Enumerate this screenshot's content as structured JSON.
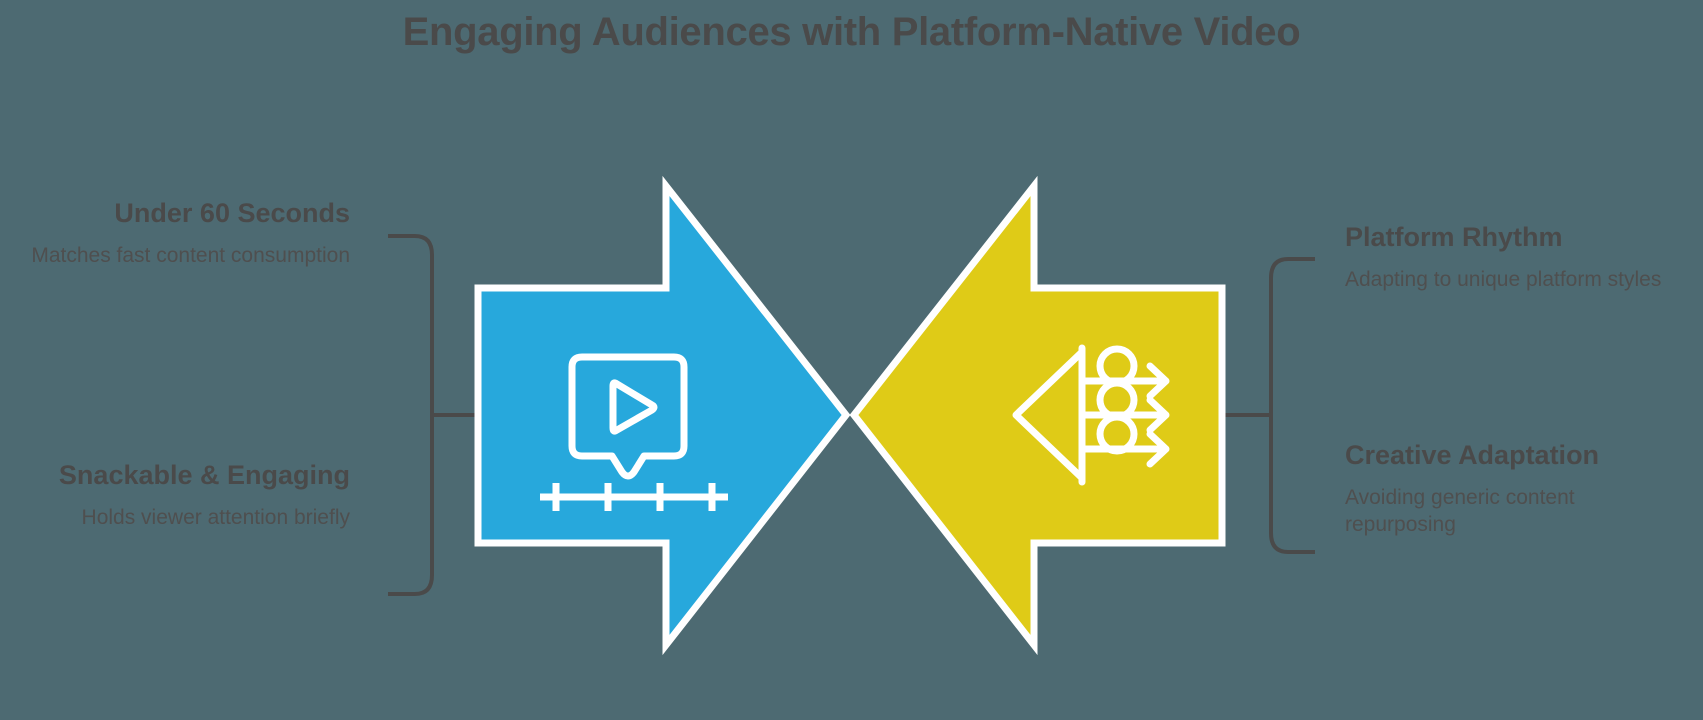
{
  "title": "Engaging Audiences with Platform-Native Video",
  "colors": {
    "background": "#4d6a72",
    "text": "#4a4a4a",
    "left_arrow": "#27a8dc",
    "right_arrow": "#dfcb17",
    "outline": "#ffffff",
    "connector": "#4a4a4a"
  },
  "left": {
    "blocks": [
      {
        "heading": "Under 60 Seconds",
        "body": "Matches fast content consumption",
        "icon": "clock-icon"
      },
      {
        "heading": "Snackable & Engaging",
        "body": "Holds viewer attention briefly",
        "icon": "bite-icon"
      }
    ]
  },
  "right": {
    "blocks": [
      {
        "heading": "Platform Rhythm",
        "body": "Adapting to unique platform styles",
        "icon": "rhythm-icon"
      },
      {
        "heading": "Creative Adaptation",
        "body": "Avoiding generic content repurposing",
        "icon": "creative-icon"
      }
    ]
  },
  "arrows": [
    {
      "name": "left-arrow",
      "direction": "right",
      "color": "#27a8dc",
      "icon": "video-message-play-icon"
    },
    {
      "name": "right-arrow",
      "direction": "left",
      "color": "#dfcb17",
      "icon": "content-distribution-icon"
    }
  ]
}
